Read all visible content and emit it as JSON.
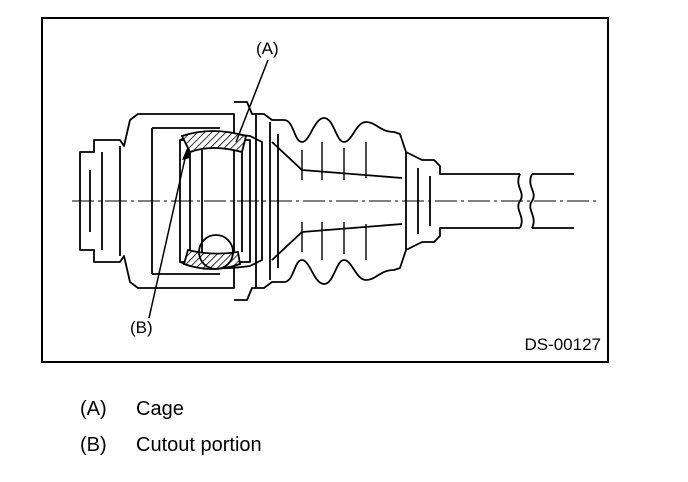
{
  "figure": {
    "code": "DS-00127",
    "callout_a": "(A)",
    "callout_b": "(B)"
  },
  "legend": [
    {
      "key": "(A)",
      "label": "Cage"
    },
    {
      "key": "(B)",
      "label": "Cutout portion"
    }
  ]
}
